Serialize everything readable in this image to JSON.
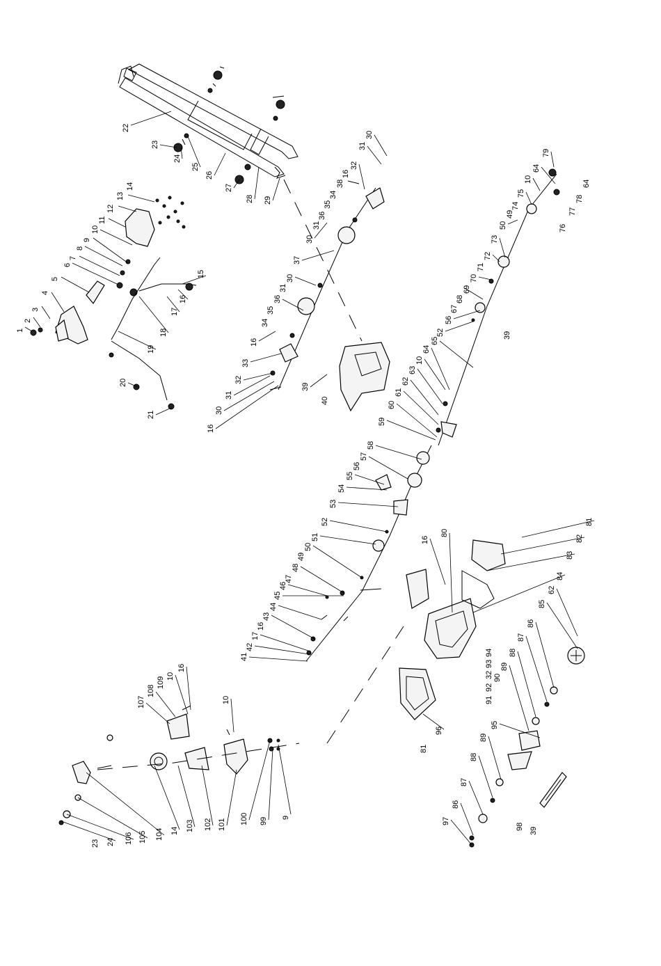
{
  "diagram": {
    "callouts": [
      "1",
      "2",
      "3",
      "4",
      "5",
      "6",
      "7",
      "8",
      "9",
      "10",
      "11",
      "12",
      "13",
      "14",
      "15",
      "16",
      "17",
      "18",
      "19",
      "20",
      "21",
      "22",
      "23",
      "24",
      "25",
      "26",
      "27",
      "28",
      "29",
      "30",
      "31",
      "32",
      "16",
      "38",
      "34",
      "35",
      "36",
      "31",
      "30",
      "37",
      "30",
      "31",
      "36",
      "35",
      "34",
      "16",
      "33",
      "32",
      "31",
      "30",
      "16",
      "39",
      "40",
      "79",
      "64",
      "10",
      "75",
      "74",
      "49",
      "50",
      "73",
      "72",
      "71",
      "70",
      "69",
      "68",
      "67",
      "56",
      "52",
      "65",
      "39",
      "64",
      "10",
      "63",
      "62",
      "61",
      "60",
      "59",
      "78",
      "77",
      "76",
      "64",
      "58",
      "57",
      "56",
      "55",
      "54",
      "53",
      "52",
      "51",
      "50",
      "49",
      "48",
      "47",
      "46",
      "45",
      "44",
      "43",
      "16",
      "17",
      "42",
      "41",
      "16",
      "80",
      "81",
      "82",
      "83",
      "84",
      "62",
      "85",
      "86",
      "87",
      "88",
      "89",
      "90",
      "91",
      "92",
      "32",
      "93",
      "94",
      "96",
      "81",
      "95",
      "89",
      "88",
      "87",
      "86",
      "97",
      "98",
      "39",
      "107",
      "108",
      "109",
      "10",
      "16",
      "10",
      "100",
      "99",
      "9",
      "101",
      "102",
      "103",
      "14",
      "104",
      "105",
      "106",
      "24",
      "23"
    ]
  }
}
